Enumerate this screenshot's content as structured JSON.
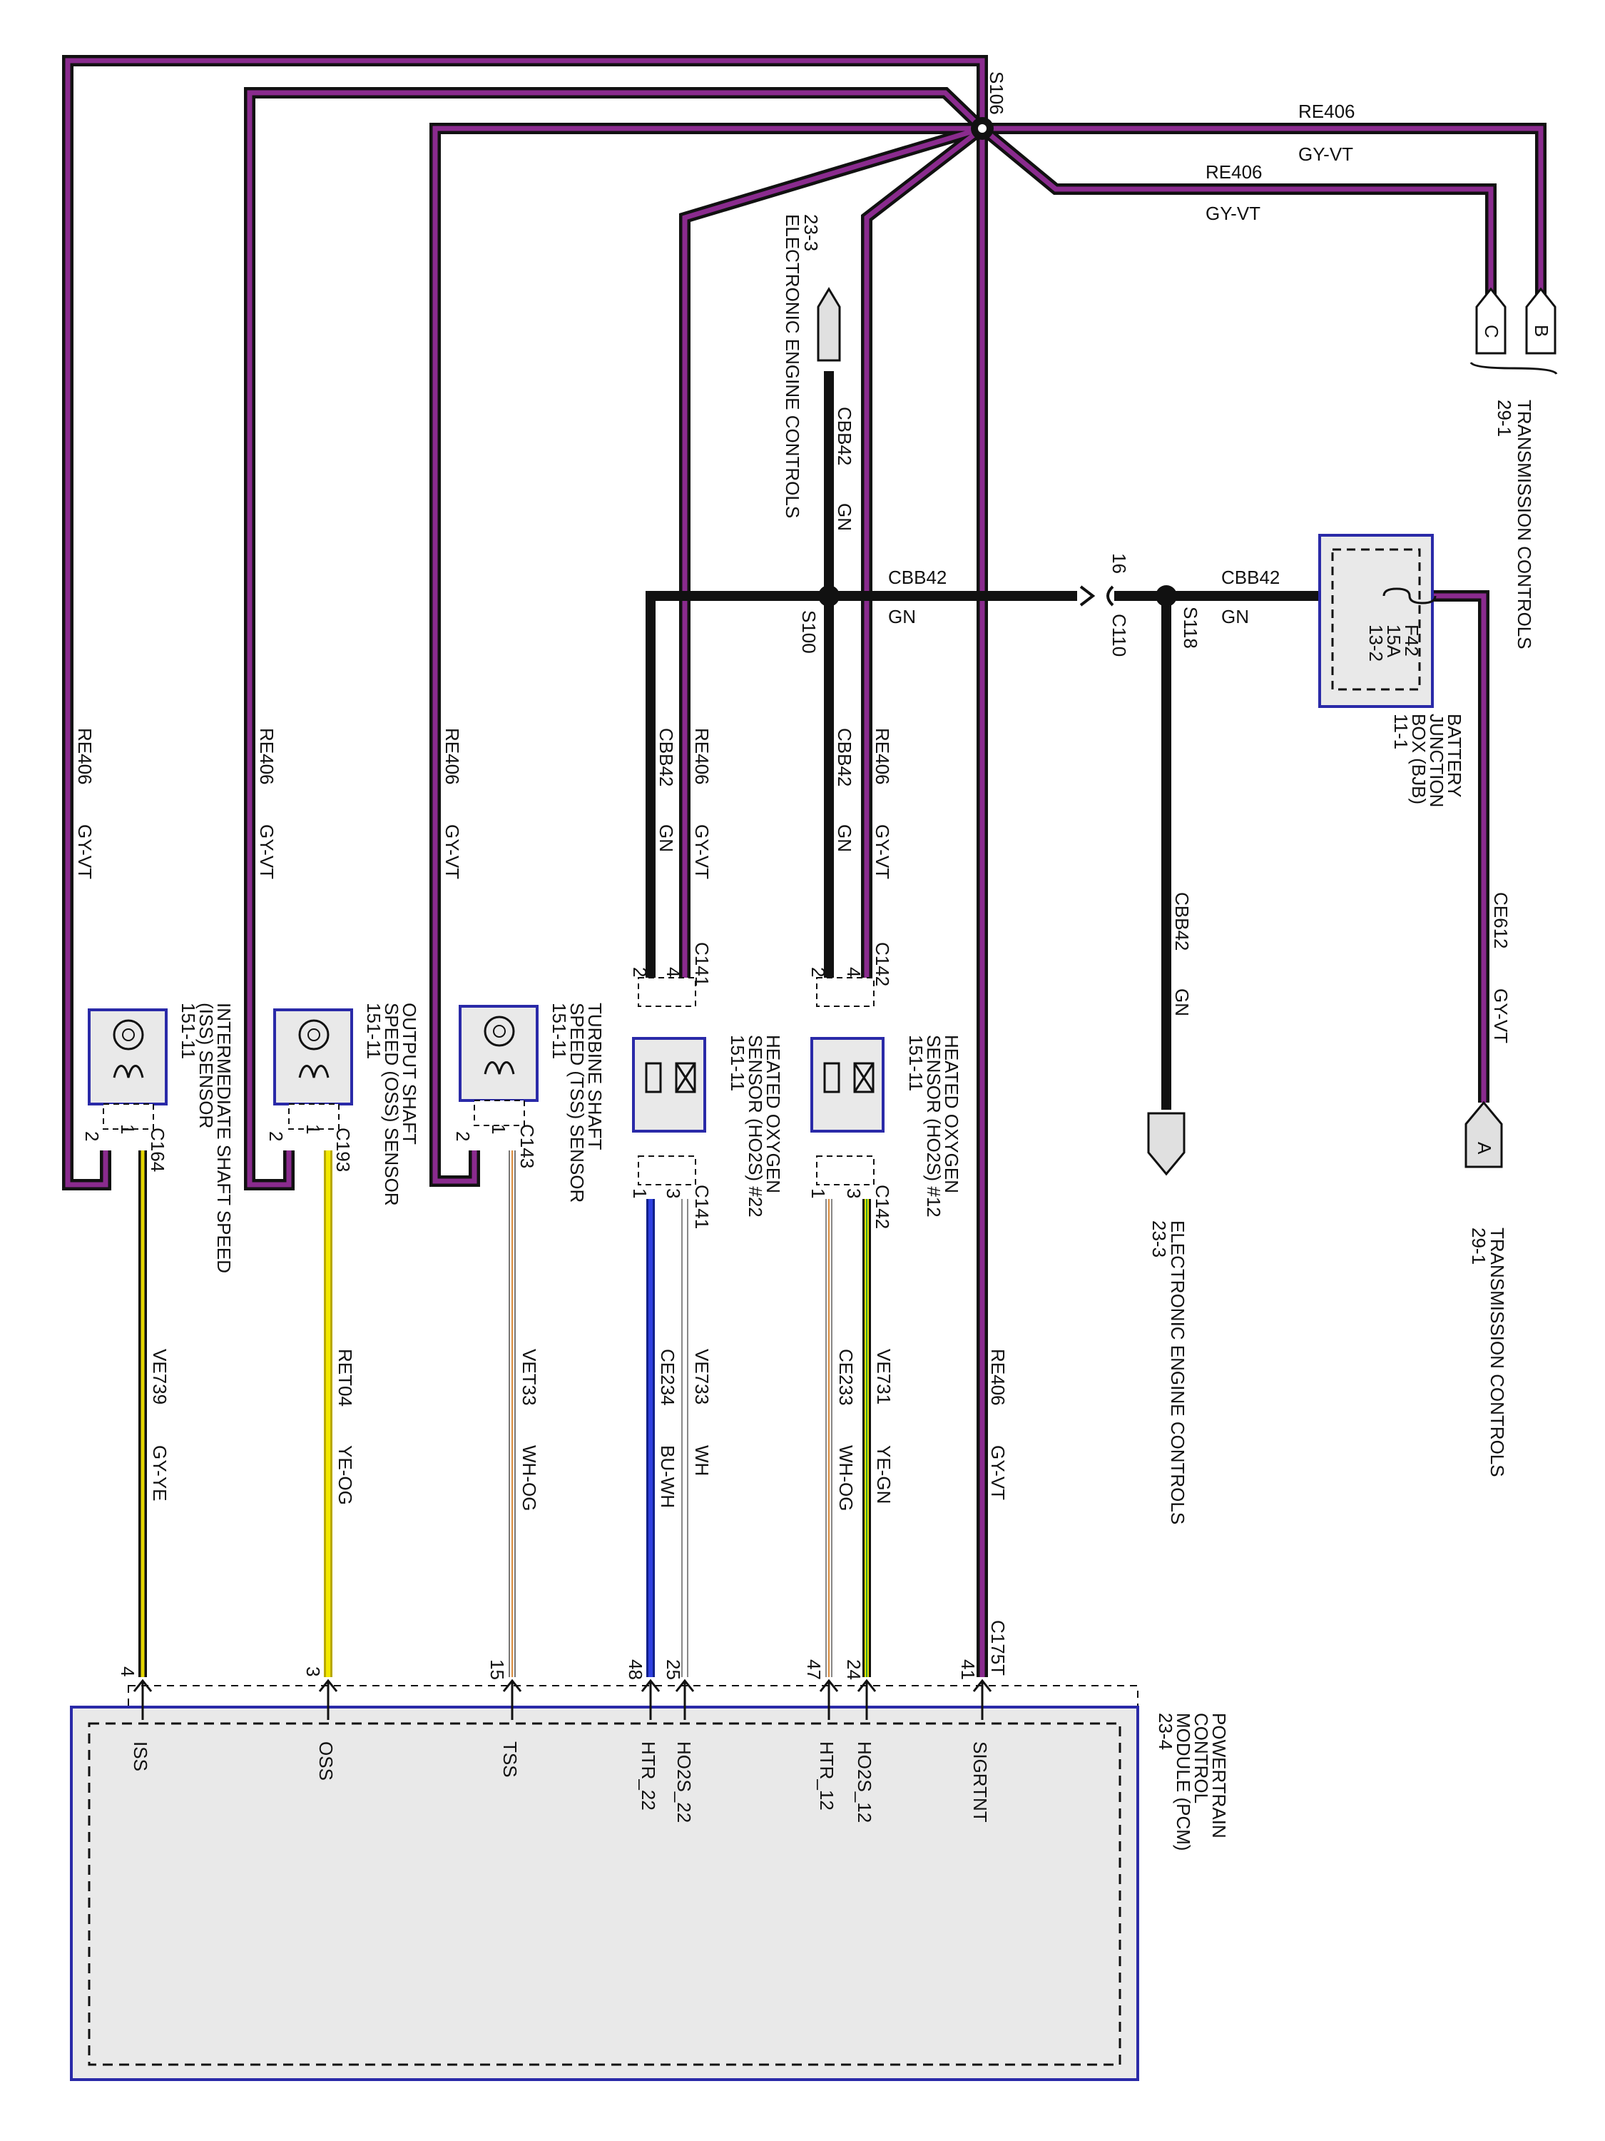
{
  "colors": {
    "gy_vt_wire": "#8a2b8e",
    "gn_wire": "#111111",
    "ye_wire": "#e3d400",
    "bu_wire": "#1f2fc8",
    "og_wire": "#d98a3a",
    "box_border": "#2a2aa8",
    "box_fill": "#e9e9e9"
  },
  "splices": {
    "s106": "S106",
    "s100": "S100",
    "s118": "S118"
  },
  "top_wires": {
    "upper_circuit": "RE406",
    "upper_color": "GY-VT",
    "lower_circuit": "RE406",
    "lower_color": "GY-VT"
  },
  "transmission_top": {
    "pin_c": "C",
    "pin_b": "B",
    "ref": "29-1",
    "title": "TRANSMISSION CONTROLS"
  },
  "eec_top": {
    "ref": "23-3",
    "title": "ELECTRONIC ENGINE CONTROLS",
    "circuit": "CBB42",
    "color": "GN"
  },
  "main_bus": {
    "circuit_left": "CBB42",
    "color_left": "GN",
    "pin": "16",
    "connector": "C110",
    "circuit_right": "CBB42",
    "color_right": "GN"
  },
  "bjb": {
    "fuse": "F42",
    "amps": "15A",
    "grid": "13-2",
    "title_lines": [
      "BATTERY",
      "JUNCTION",
      "BOX (BJB)",
      "11-1"
    ]
  },
  "ce612": {
    "circuit": "CE612",
    "color": "GY-VT"
  },
  "s118_drop": {
    "circuit": "CBB42",
    "color": "GN"
  },
  "eec_bottom": {
    "title": "ELECTRONIC ENGINE CONTROLS",
    "ref": "23-3"
  },
  "transmission_bottom": {
    "pin_a": "A",
    "title": "TRANSMISSION CONTROLS",
    "ref": "29-1"
  },
  "feeds": {
    "iss": {
      "circuit": "RE406",
      "color": "GY-VT"
    },
    "oss": {
      "circuit": "RE406",
      "color": "GY-VT"
    },
    "tss": {
      "circuit": "RE406",
      "color": "GY-VT"
    },
    "ho2s22_gn": {
      "circuit": "CBB42",
      "color": "GN"
    },
    "ho2s22_vt": {
      "circuit": "RE406",
      "color": "GY-VT"
    },
    "ho2s12_gn": {
      "circuit": "CBB42",
      "color": "GN"
    },
    "ho2s12_vt": {
      "circuit": "RE406",
      "color": "GY-VT"
    }
  },
  "sigrtn_wire": {
    "circuit": "RE406",
    "color": "GY-VT"
  },
  "sensors": {
    "iss": {
      "title_lines": [
        "INTERMEDIATE SHAFT SPEED",
        "(ISS) SENSOR",
        "151-11"
      ],
      "connector": "C164",
      "pin_a": "1",
      "pin_b": "2"
    },
    "oss": {
      "title_lines": [
        "OUTPUT SHAFT",
        "SPEED (OSS) SENSOR",
        "151-11"
      ],
      "connector": "C193",
      "pin_a": "1",
      "pin_b": "2"
    },
    "tss": {
      "title_lines": [
        "TURBINE SHAFT",
        "SPEED (TSS) SENSOR",
        "151-11"
      ],
      "connector": "C143",
      "pin_a": "1",
      "pin_b": "2"
    },
    "ho2s22": {
      "title_lines": [
        "HEATED OXYGEN",
        "SENSOR (HO2S) #22",
        "151-11"
      ],
      "connector_top": "C141",
      "pin_t2": "2",
      "pin_t4": "4",
      "connector_bottom": "C141",
      "pin_b1": "1",
      "pin_b3": "3"
    },
    "ho2s12": {
      "title_lines": [
        "HEATED OXYGEN",
        "SENSOR (HO2S) #12",
        "151-11"
      ],
      "connector_top": "C142",
      "pin_t2": "2",
      "pin_t4": "4",
      "connector_bottom": "C142",
      "pin_b1": "1",
      "pin_b3": "3"
    }
  },
  "signal_wires": {
    "iss": {
      "circuit": "VE739",
      "color": "GY-YE"
    },
    "oss": {
      "circuit": "RET04",
      "color": "YE-OG"
    },
    "tss": {
      "circuit": "VET33",
      "color": "WH-OG"
    },
    "ho2s22_signal": {
      "circuit": "VE733",
      "color": "WH"
    },
    "ho2s22_heater": {
      "circuit": "CE234",
      "color": "BU-WH"
    },
    "ho2s12_signal": {
      "circuit": "VE731",
      "color": "YE-GN"
    },
    "ho2s12_heater": {
      "circuit": "CE233",
      "color": "WH-OG"
    }
  },
  "pcm": {
    "connector": "C175T",
    "title_lines": [
      "POWERTRAIN",
      "CONTROL",
      "MODULE (PCM)",
      "23-4"
    ],
    "pins": {
      "iss": "4",
      "oss": "3",
      "tss": "15",
      "htr22": "48",
      "ho2s22": "25",
      "htr12": "47",
      "ho2s12": "24",
      "sigrtn": "41"
    },
    "signals": {
      "iss": "ISS",
      "oss": "OSS",
      "tss": "TSS",
      "htr22": "HTR_22",
      "ho2s22": "HO2S_22",
      "htr12": "HTR_12",
      "ho2s12": "HO2S_12",
      "sigrtn": "SIGRTNT"
    }
  }
}
